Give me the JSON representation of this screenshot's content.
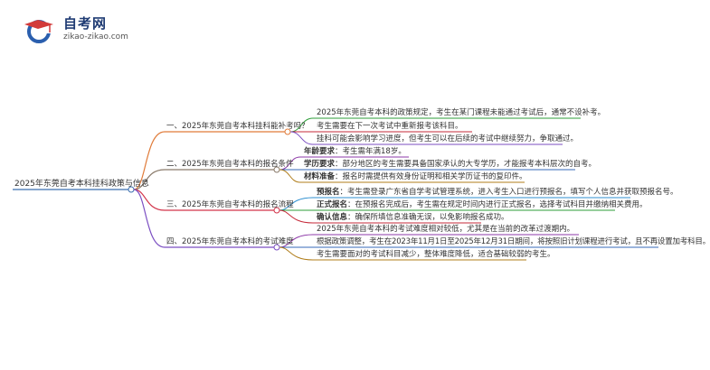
{
  "logo": {
    "title": "自考网",
    "domain": "zikao-zikao.com",
    "icon": "graduation-cap-icon"
  },
  "root": "2025年东莞自考本科挂科政策与信息",
  "branches": [
    {
      "label": "一、2025年东莞自考本科挂科能补考吗？",
      "color": "#e07b39",
      "items": [
        {
          "term": "",
          "text": "2025年东莞自考本科的政策规定，考生在某门课程未能通过考试后，通常不设补考。",
          "color": "#2e9e3a"
        },
        {
          "term": "",
          "text": "考生需要在下一次考试中重新报考该科目。",
          "color": "#c62a3a"
        },
        {
          "term": "",
          "text": "挂科可能会影响学习进度，但考生可以在后续的考试中继续努力，争取通过。",
          "color": "#7b4ec2"
        }
      ]
    },
    {
      "label": "二、2025年东莞自考本科的报名条件",
      "color": "#8a7a6a",
      "items": [
        {
          "term": "年龄要求",
          "text": "：考生需年满18岁。",
          "color": "#8e3aa8"
        },
        {
          "term": "学历要求",
          "text": "：部分地区的考生需要具备国家承认的大专学历，才能报考本科层次的自考。",
          "color": "#3569b8"
        },
        {
          "term": "材料准备",
          "text": "：报名时需提供有效身份证明和相关学历证书的复印件。",
          "color": "#b07d1a"
        }
      ]
    },
    {
      "label": "三、2025年东莞自考本科的报名流程",
      "color": "#d2344a",
      "items": [
        {
          "term": "预报名",
          "text": "：考生需登录广东省自学考试管理系统，进入考生入口进行预报名，填写个人信息并获取预报名号。",
          "color": "#2e8fd0"
        },
        {
          "term": "正式报名",
          "text": "：在预报名完成后，考生需在规定时间内进行正式报名，选择考试科目并缴纳相关费用。",
          "color": "#2e9e3a"
        },
        {
          "term": "确认信息",
          "text": "：确保所填信息准确无误，以免影响报名成功。",
          "color": "#c62a3a"
        }
      ]
    },
    {
      "label": "四、2025年东莞自考本科的考试难度",
      "color": "#7b4ec2",
      "items": [
        {
          "term": "",
          "text": "2025年东莞自考本科的考试难度相对较低，尤其是在当前的改革过渡期内。",
          "color": "#8e3aa8"
        },
        {
          "term": "",
          "text": "根据政策调整，考生在2023年11月1日至2025年12月31日期间，将按照旧计划课程进行考试，且不再设置加考科目。",
          "color": "#3569b8"
        },
        {
          "term": "",
          "text": "考生需要面对的考试科目减少，整体难度降低，适合基础较弱的考生。",
          "color": "#b07d1a"
        }
      ]
    }
  ]
}
